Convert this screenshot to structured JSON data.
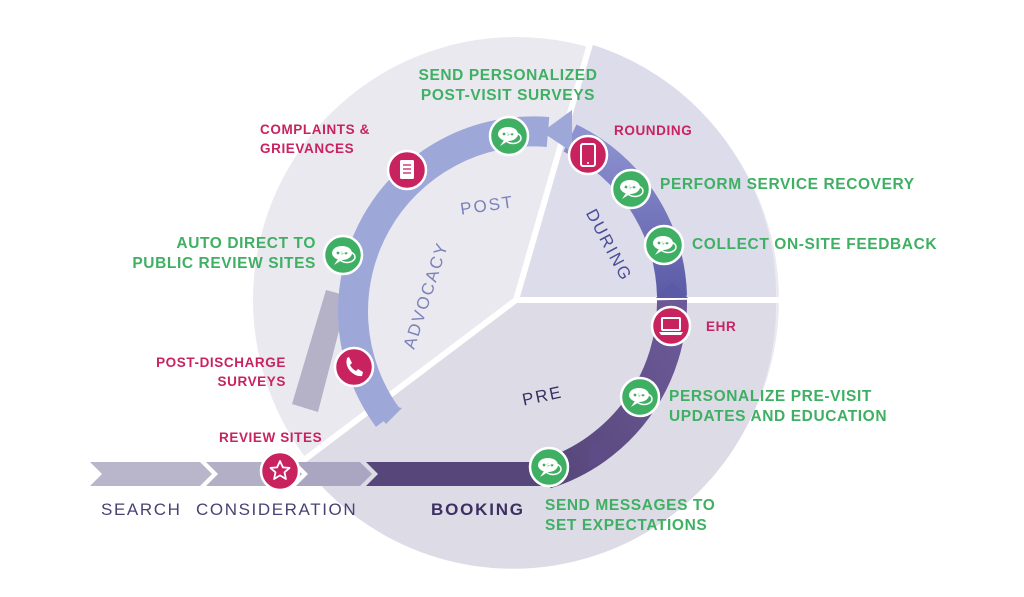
{
  "phases": {
    "post": "POST",
    "during": "DURING",
    "pre": "PRE",
    "advocacy": "ADVOCACY"
  },
  "journey": {
    "search": "SEARCH",
    "consideration": "CONSIDERATION",
    "booking": "BOOKING"
  },
  "touchpoints": {
    "send_surveys": [
      "SEND PERSONALIZED",
      "POST-VISIT SURVEYS"
    ],
    "complaints": [
      "COMPLAINTS &",
      "GRIEVANCES"
    ],
    "rounding": "ROUNDING",
    "service_recovery": "PERFORM SERVICE RECOVERY",
    "onsite_feedback": "COLLECT ON-SITE FEEDBACK",
    "auto_direct": [
      "AUTO DIRECT TO",
      "PUBLIC REVIEW SITES"
    ],
    "ehr": "EHR",
    "post_discharge": [
      "POST-DISCHARGE",
      "SURVEYS"
    ],
    "pre_visit": [
      "PERSONALIZE PRE-VISIT",
      "UPDATES AND EDUCATION"
    ],
    "review_sites": "REVIEW SITES",
    "send_messages": [
      "SEND MESSAGES TO",
      "SET EXPECTATIONS"
    ]
  },
  "colors": {
    "green": "#3fb063",
    "pink": "#c8235f",
    "ring_light": "#9aa4d6",
    "ring_mid": "#5e5fa8",
    "ring_dark": "#5a4d86",
    "background_pie": "#e8e7ef"
  },
  "icons": {
    "chat": "chat-bubble-icon",
    "document": "document-icon",
    "tablet": "tablet-icon",
    "laptop": "laptop-icon",
    "phone": "phone-icon",
    "star": "star-icon"
  }
}
